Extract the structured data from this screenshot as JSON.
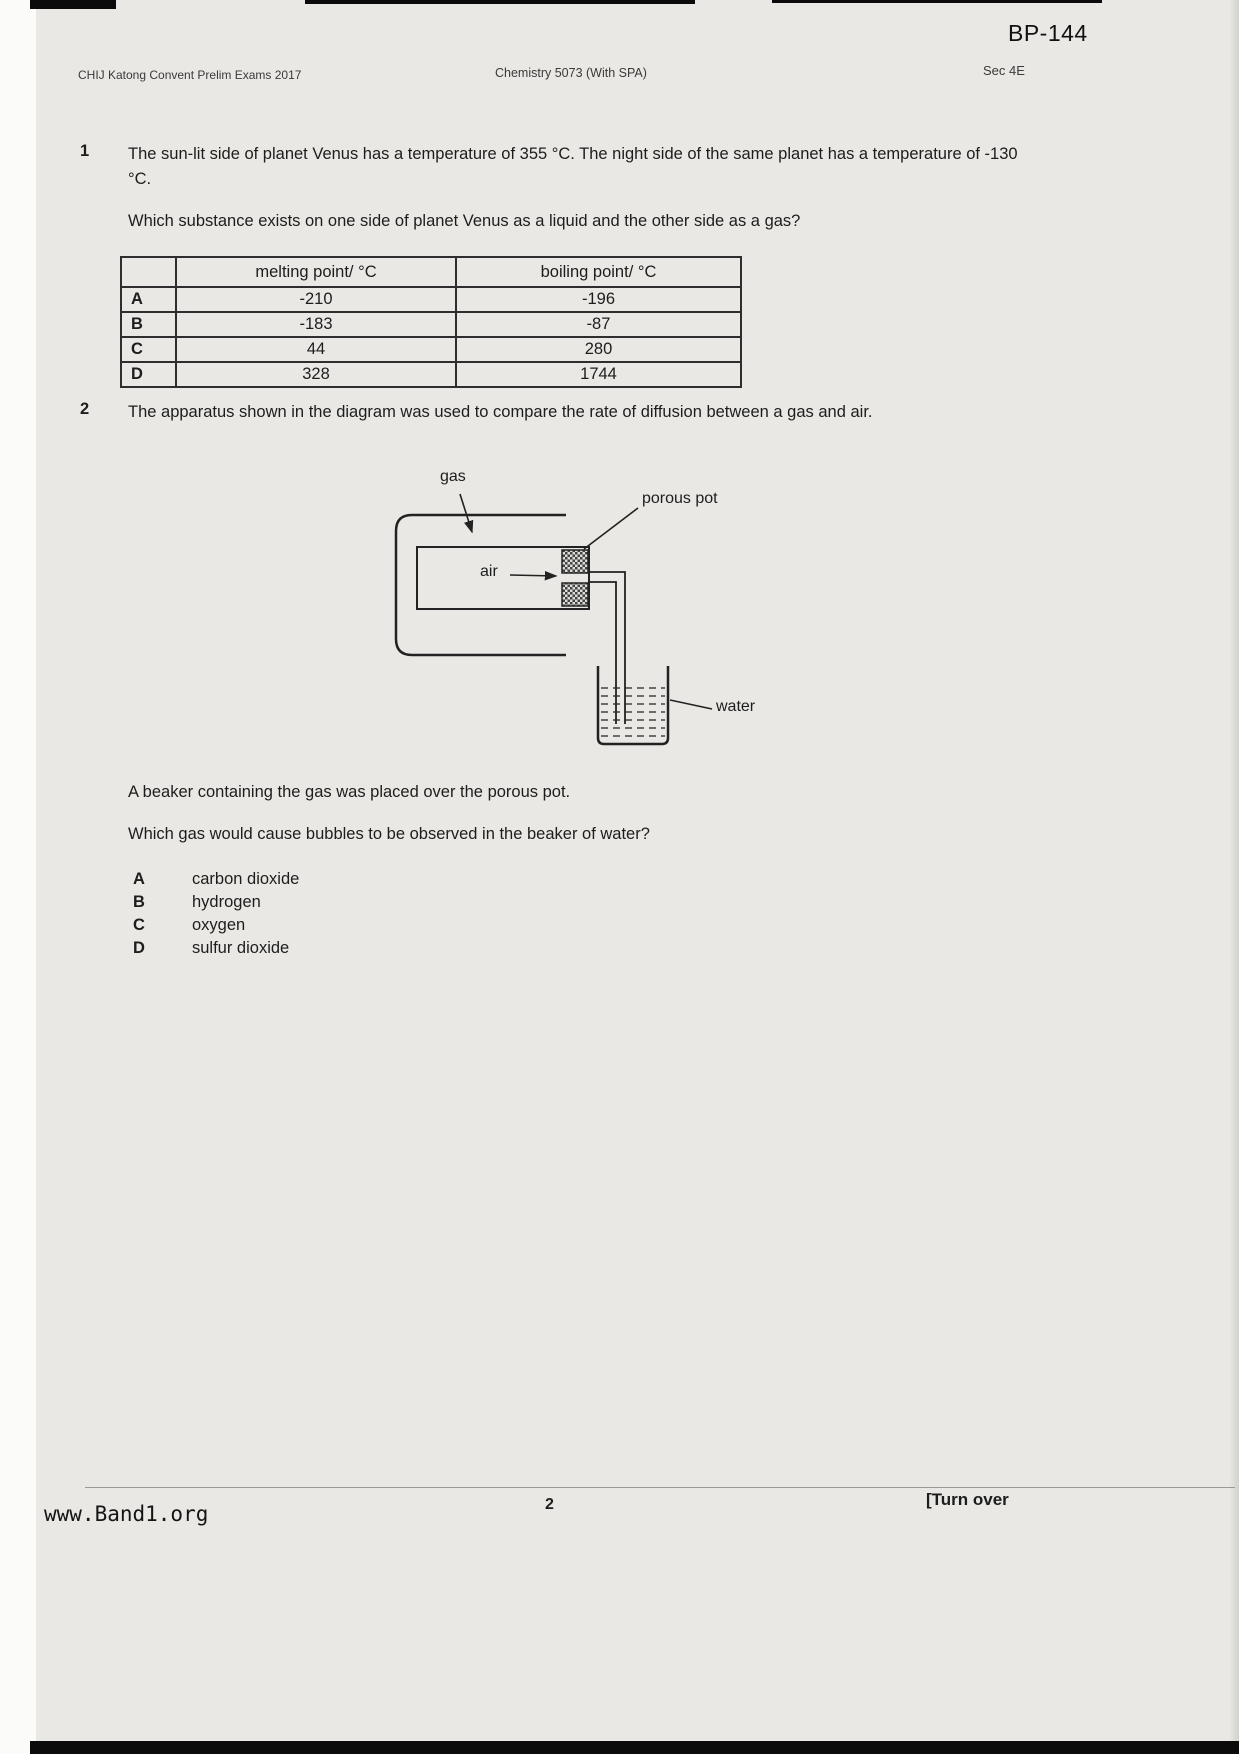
{
  "page": {
    "bp_code": "BP-144",
    "header_left": "CHIJ Katong Convent Prelim Exams 2017",
    "header_center": "Chemistry 5073 (With SPA)",
    "header_right": "Sec 4E",
    "footer_site": "www.Band1.org",
    "footer_page": "2",
    "footer_turn": "[Turn over"
  },
  "q1": {
    "number": "1",
    "text1": "The sun-lit side of planet Venus has a temperature of 355 °C. The night side of the same planet has a temperature of -130 °C.",
    "text2": "Which substance exists on one side of planet Venus as a liquid and the other side as a gas?",
    "table": {
      "col1": "melting point/ °C",
      "col2": "boiling point/ °C",
      "rows": [
        {
          "label": "A",
          "melting": "-210",
          "boiling": "-196"
        },
        {
          "label": "B",
          "melting": "-183",
          "boiling": "-87"
        },
        {
          "label": "C",
          "melting": "44",
          "boiling": "280"
        },
        {
          "label": "D",
          "melting": "328",
          "boiling": "1744"
        }
      ]
    }
  },
  "q2": {
    "number": "2",
    "text1": "The apparatus shown in the diagram was used to compare the rate of diffusion between a gas and air.",
    "diagram": {
      "gas": "gas",
      "porous_pot": "porous pot",
      "air": "air",
      "water": "water"
    },
    "text2": "A beaker containing the gas was placed over the porous pot.",
    "text3": "Which gas would cause bubbles to be observed in the beaker of water?",
    "options": [
      {
        "label": "A",
        "text": "carbon dioxide"
      },
      {
        "label": "B",
        "text": "hydrogen"
      },
      {
        "label": "C",
        "text": "oxygen"
      },
      {
        "label": "D",
        "text": "sulfur dioxide"
      }
    ]
  }
}
